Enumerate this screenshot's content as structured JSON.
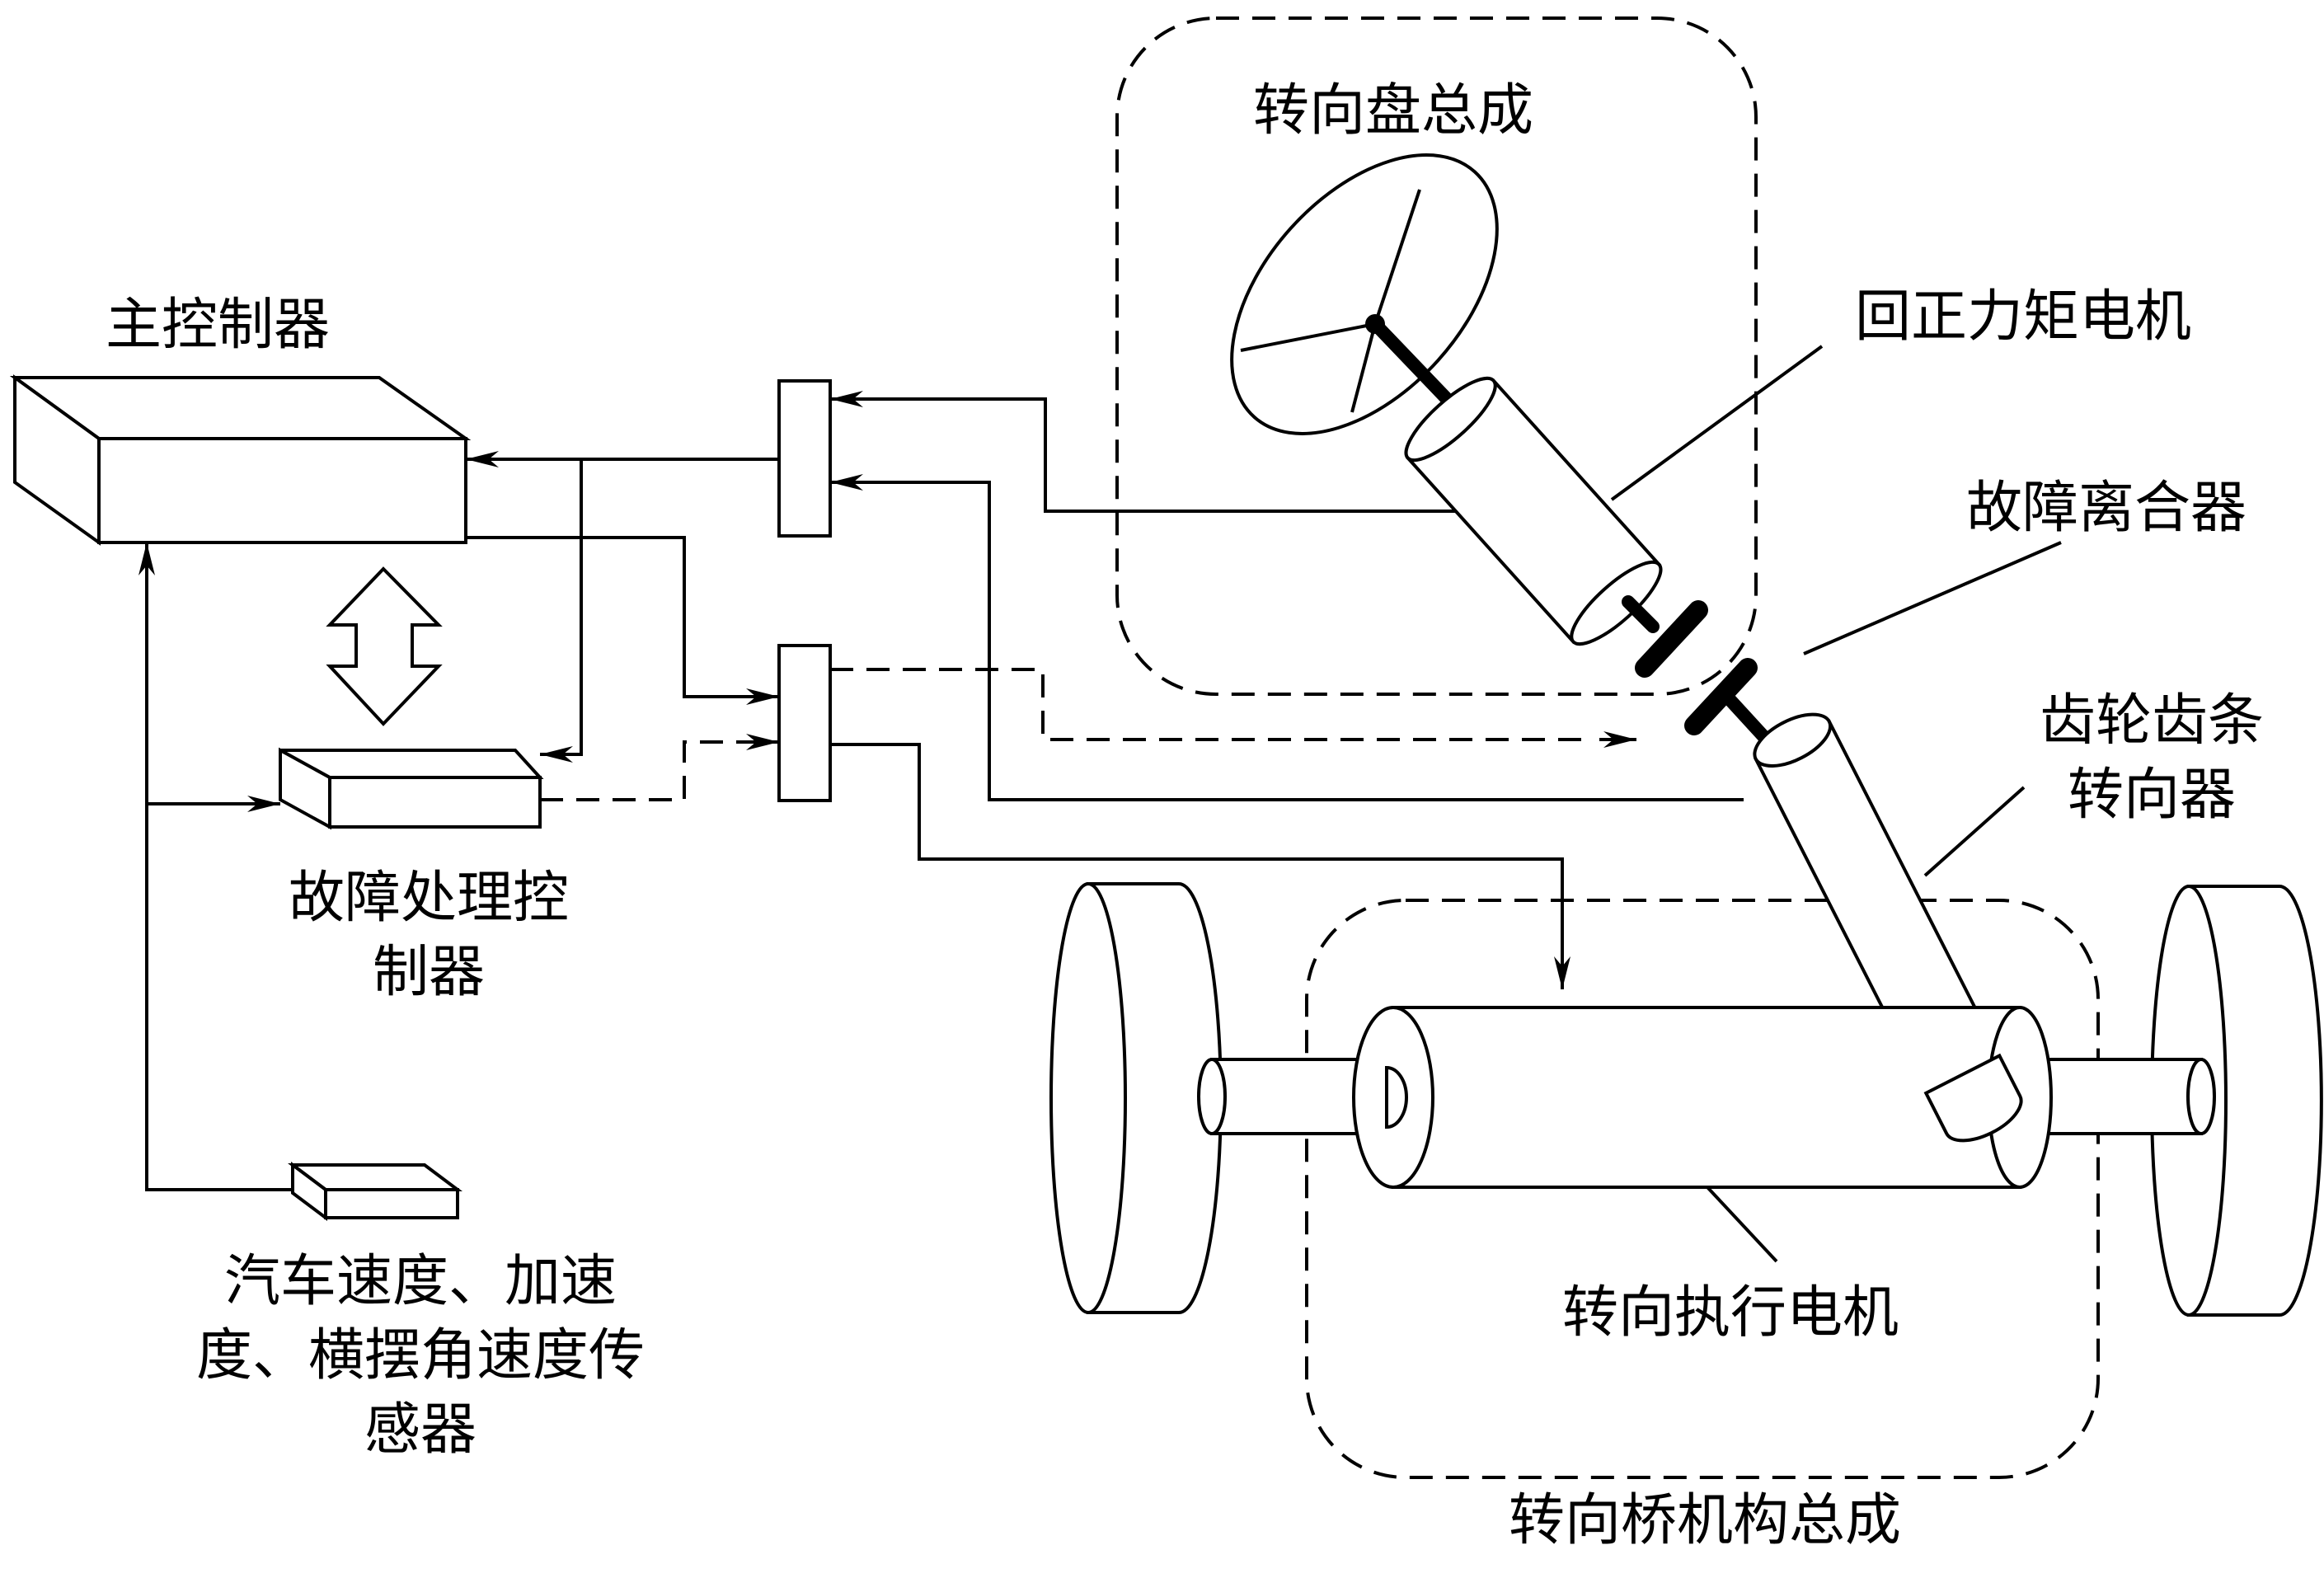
{
  "labels": {
    "steering_wheel_assembly": "转向盘总成",
    "main_controller": "主控制器",
    "return_torque_motor": "回正力矩电机",
    "fault_clutch": "故障离合器",
    "rack_pinion_line1": "齿轮齿条",
    "rack_pinion_line2": "转向器",
    "fault_controller_line1": "故障处理控",
    "fault_controller_line2": "制器",
    "steering_motor": "转向执行电机",
    "sensor_line1": "汽车速度、加速",
    "sensor_line2": "度、横摆角速度传",
    "sensor_line3": "感器",
    "steering_axle_assembly": "转向桥机构总成"
  }
}
